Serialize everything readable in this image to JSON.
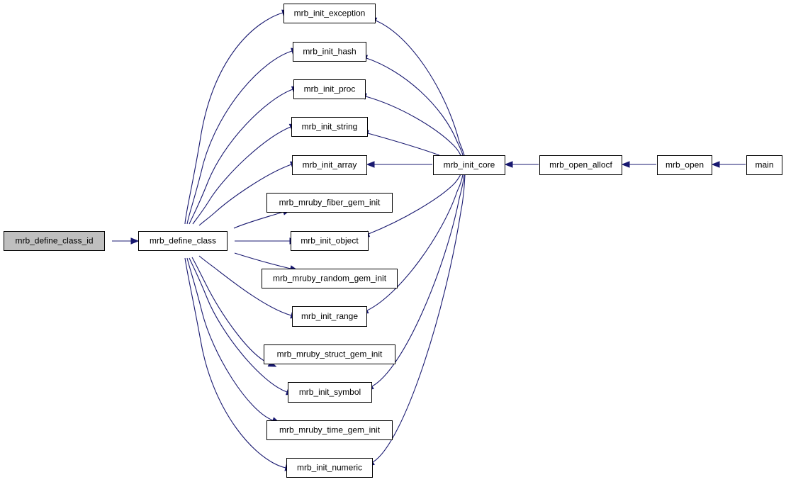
{
  "diagram": {
    "edge_color": "#191970",
    "highlight_fill": "#bfbfbf",
    "nodes": [
      {
        "id": "define_class_id",
        "label": "mrb_define_class_id",
        "highlighted": true
      },
      {
        "id": "define_class",
        "label": "mrb_define_class"
      },
      {
        "id": "init_exception",
        "label": "mrb_init_exception"
      },
      {
        "id": "init_hash",
        "label": "mrb_init_hash"
      },
      {
        "id": "init_proc",
        "label": "mrb_init_proc"
      },
      {
        "id": "init_string",
        "label": "mrb_init_string"
      },
      {
        "id": "init_array",
        "label": "mrb_init_array"
      },
      {
        "id": "fiber_gem_init",
        "label": "mrb_mruby_fiber_gem_init"
      },
      {
        "id": "init_object",
        "label": "mrb_init_object"
      },
      {
        "id": "random_gem_init",
        "label": "mrb_mruby_random_gem_init"
      },
      {
        "id": "init_range",
        "label": "mrb_init_range"
      },
      {
        "id": "struct_gem_init",
        "label": "mrb_mruby_struct_gem_init"
      },
      {
        "id": "init_symbol",
        "label": "mrb_init_symbol"
      },
      {
        "id": "time_gem_init",
        "label": "mrb_mruby_time_gem_init"
      },
      {
        "id": "init_numeric",
        "label": "mrb_init_numeric"
      },
      {
        "id": "init_core",
        "label": "mrb_init_core"
      },
      {
        "id": "open_allocf",
        "label": "mrb_open_allocf"
      },
      {
        "id": "open",
        "label": "mrb_open"
      },
      {
        "id": "main",
        "label": "main"
      }
    ],
    "edges": [
      {
        "from": "define_class",
        "to": "define_class_id"
      },
      {
        "from": "init_exception",
        "to": "define_class"
      },
      {
        "from": "init_hash",
        "to": "define_class"
      },
      {
        "from": "init_proc",
        "to": "define_class"
      },
      {
        "from": "init_string",
        "to": "define_class"
      },
      {
        "from": "init_array",
        "to": "define_class"
      },
      {
        "from": "fiber_gem_init",
        "to": "define_class"
      },
      {
        "from": "init_object",
        "to": "define_class"
      },
      {
        "from": "random_gem_init",
        "to": "define_class"
      },
      {
        "from": "init_range",
        "to": "define_class"
      },
      {
        "from": "struct_gem_init",
        "to": "define_class"
      },
      {
        "from": "init_symbol",
        "to": "define_class"
      },
      {
        "from": "time_gem_init",
        "to": "define_class"
      },
      {
        "from": "init_numeric",
        "to": "define_class"
      },
      {
        "from": "init_core",
        "to": "init_exception"
      },
      {
        "from": "init_core",
        "to": "init_hash"
      },
      {
        "from": "init_core",
        "to": "init_proc"
      },
      {
        "from": "init_core",
        "to": "init_string"
      },
      {
        "from": "init_core",
        "to": "init_array"
      },
      {
        "from": "init_core",
        "to": "init_object"
      },
      {
        "from": "init_core",
        "to": "init_range"
      },
      {
        "from": "init_core",
        "to": "init_symbol"
      },
      {
        "from": "init_core",
        "to": "init_numeric"
      },
      {
        "from": "open_allocf",
        "to": "init_core"
      },
      {
        "from": "open",
        "to": "open_allocf"
      },
      {
        "from": "main",
        "to": "open"
      }
    ]
  }
}
